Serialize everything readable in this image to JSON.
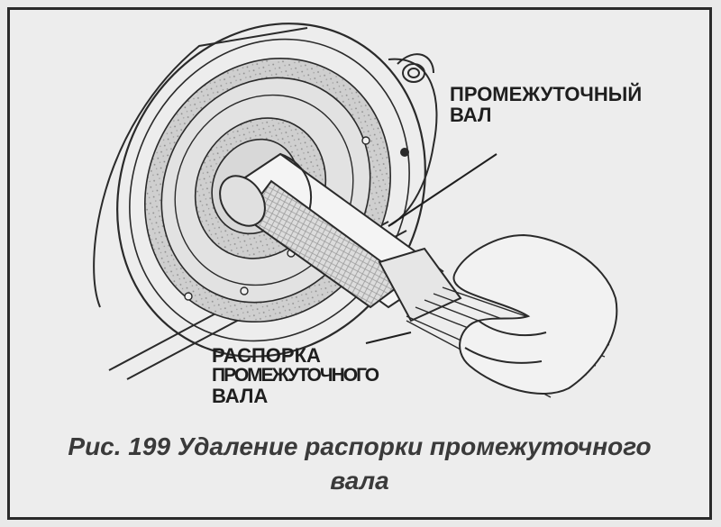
{
  "labels": {
    "intermediate_shaft": [
      "ПРОМЕЖУТОЧНЫЙ",
      "ВАЛ"
    ],
    "shaft_spacer": [
      "РАСПОРКА",
      "ПРОМЕЖУТОЧНОГО",
      "ВАЛА"
    ]
  },
  "caption": [
    "Рис. 199 Удаление распорки промежуточного",
    "вала"
  ],
  "colors": {
    "background": "#ededed",
    "ink": "#1e1e1e",
    "caption": "#3a3a3a",
    "border": "#2a2a2a"
  }
}
